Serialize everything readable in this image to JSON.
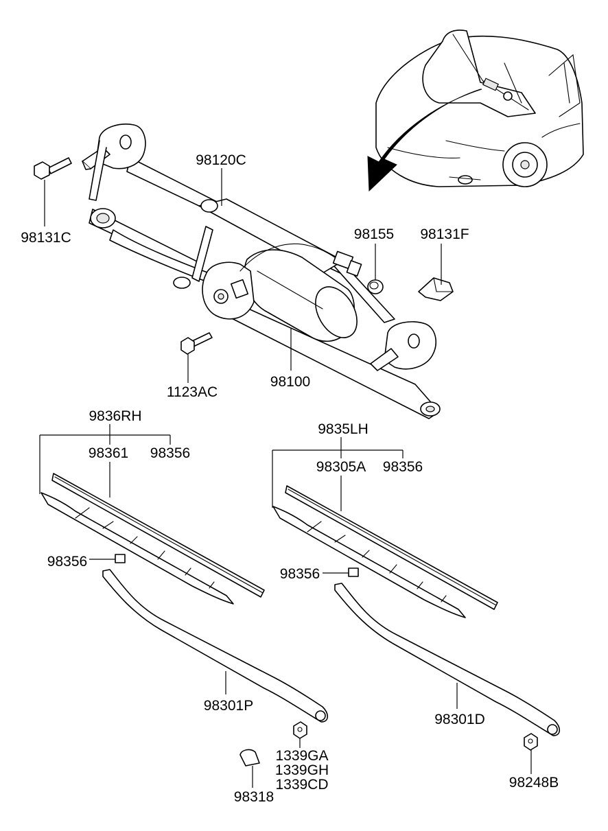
{
  "diagram": {
    "part_numbers": {
      "p98120C": "98120C",
      "p98131C": "98131C",
      "p98155": "98155",
      "p98131F": "98131F",
      "p1123AC": "1123AC",
      "p98100": "98100",
      "p9836RH": "9836RH",
      "p98361": "98361",
      "p98356_rh_refill": "98356",
      "p9835LH": "9835LH",
      "p98305A": "98305A",
      "p98356_lh_refill": "98356",
      "p98356_rh_clip": "98356",
      "p98356_lh_clip": "98356",
      "p98301P": "98301P",
      "p98301D": "98301D",
      "p1339GA": "1339GA",
      "p1339GH": "1339GH",
      "p1339CD": "1339CD",
      "p98318": "98318",
      "p98248B": "98248B"
    }
  }
}
